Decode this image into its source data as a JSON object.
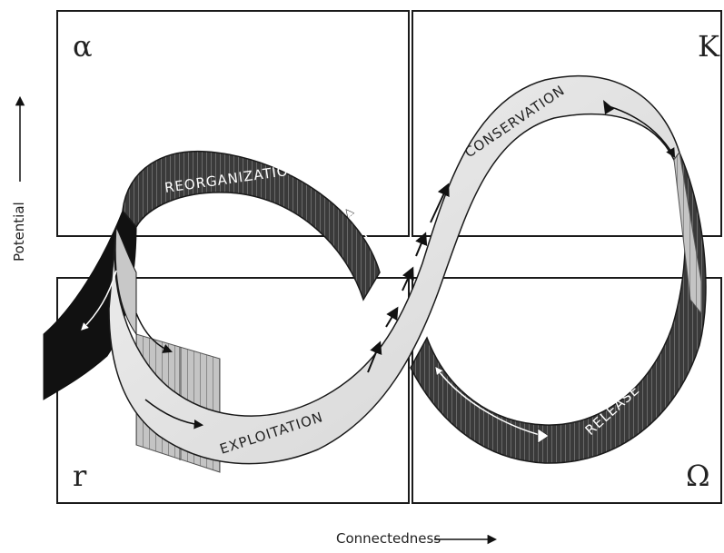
{
  "quadrants": {
    "alpha": "α",
    "K": "K",
    "r": "r",
    "omega": "Ω"
  },
  "phases": {
    "reorganization": "REORGANIZATION",
    "conservation": "CONSERVATION",
    "exploitation": "EXPLOITATION",
    "release": "RELEASE"
  },
  "axes": {
    "x_label": "Connectedness",
    "y_label": "Potential"
  },
  "colors": {
    "outline": "#1a1a1a",
    "dark_ribbon": "#3a3a3a",
    "hatch_line": "#6a6a6a",
    "light_ribbon": "#e6e6e6",
    "light_gray_panel": "#bdbdbd",
    "black_tail": "#111111"
  }
}
